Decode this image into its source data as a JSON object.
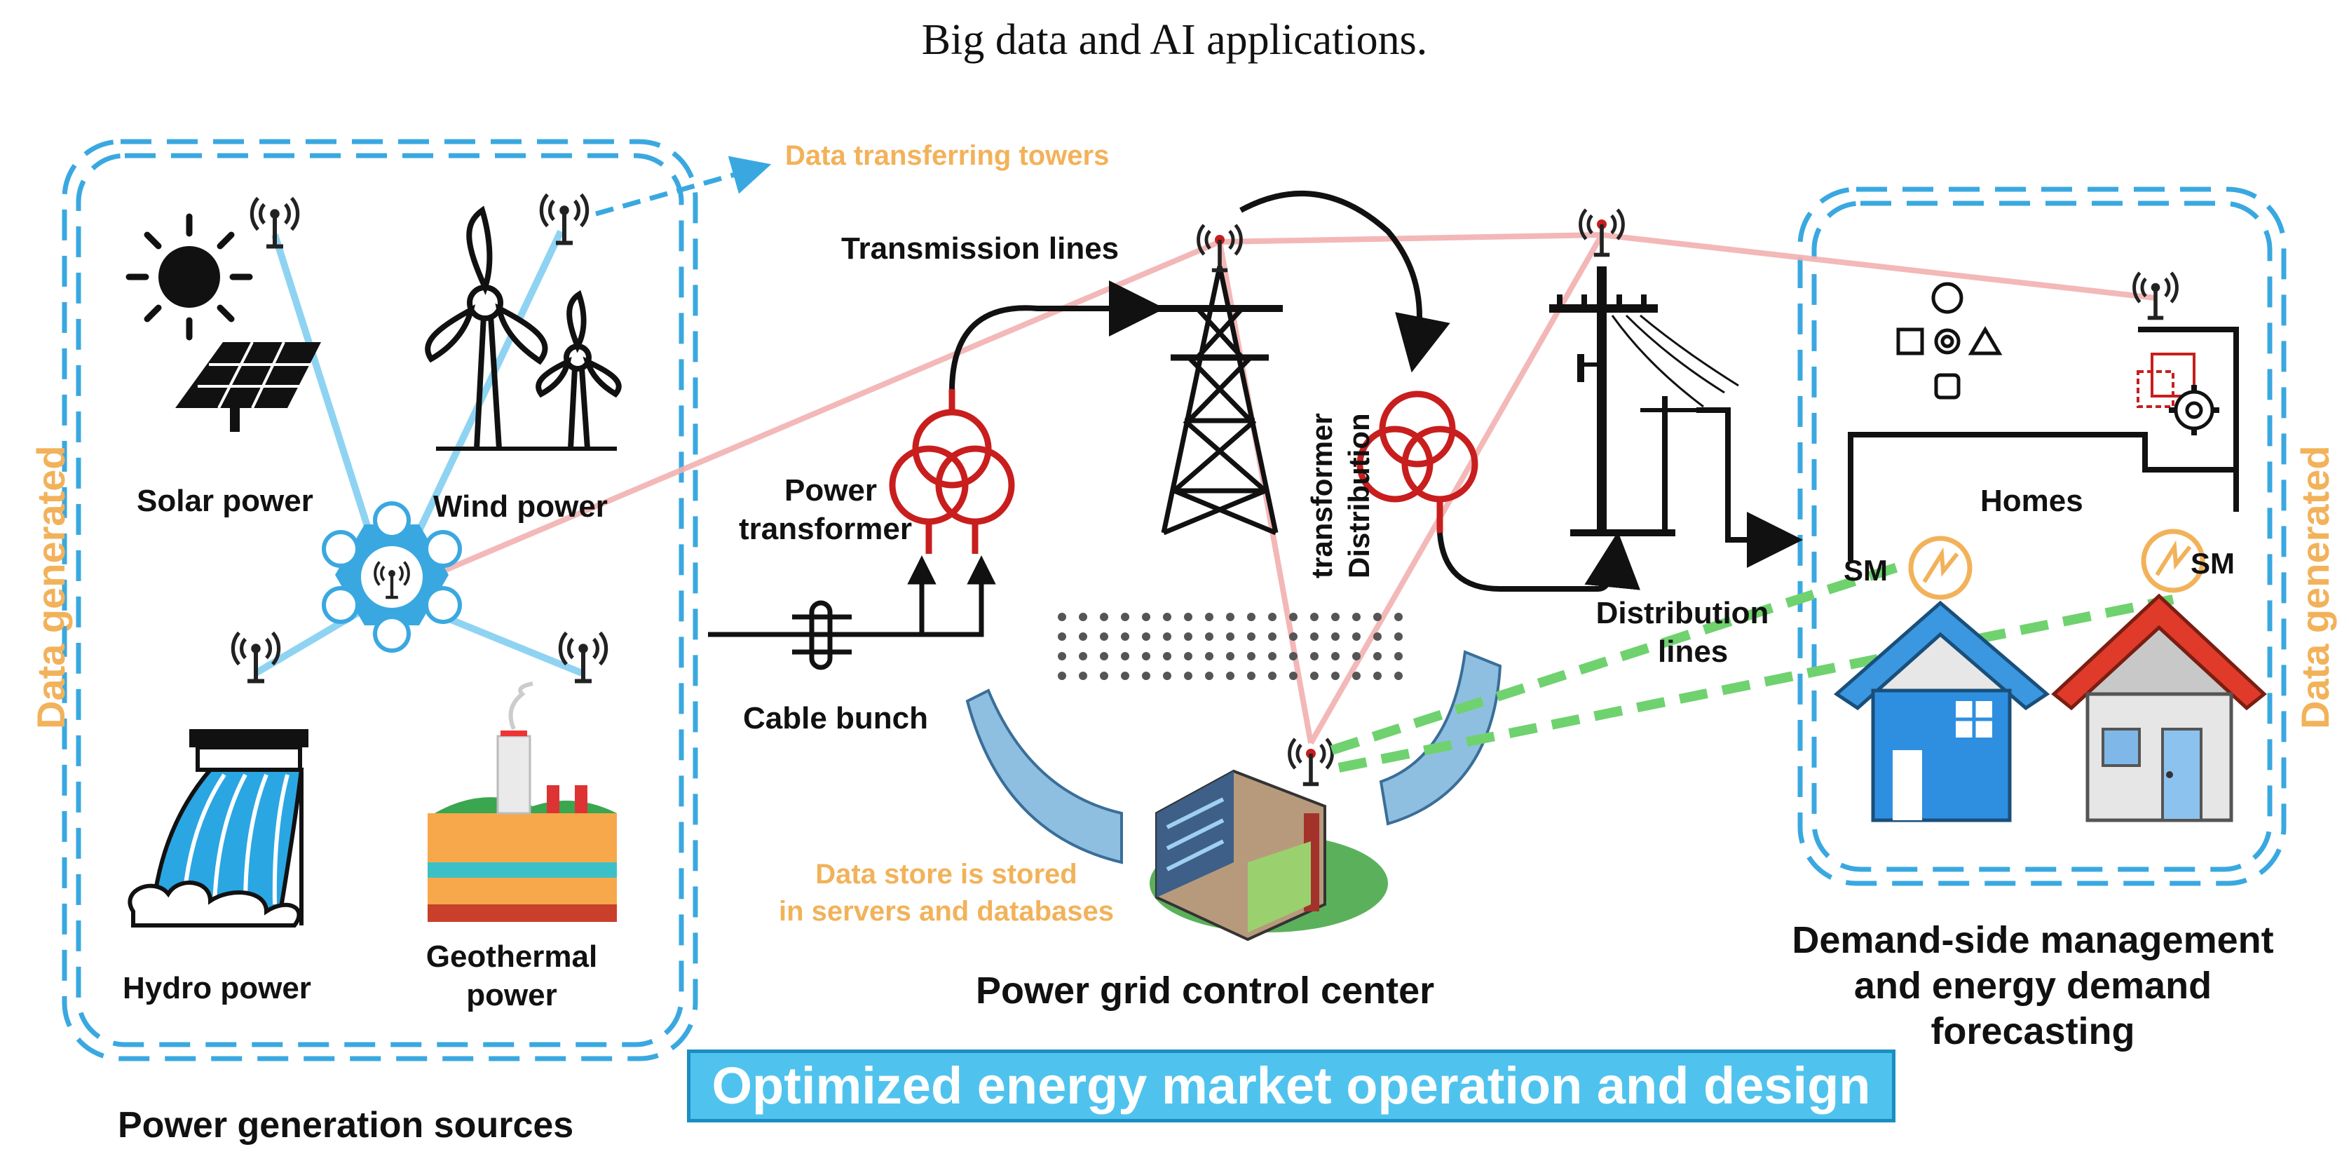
{
  "title": "Big data and AI applications.",
  "labels": {
    "data_towers": "Data transferring towers",
    "solar": "Solar power",
    "wind": "Wind power",
    "hydro": "Hydro power",
    "geothermal_1": "Geothermal",
    "geothermal_2": "power",
    "generation_sources": "Power generation sources",
    "transmission_lines": "Transmission lines",
    "power_transformer_1": "Power",
    "power_transformer_2": "transformer",
    "cable_bunch": "Cable bunch",
    "distribution_transformer_1": "Distribution",
    "distribution_transformer_2": "transformer",
    "distribution_lines_1": "Distribution",
    "distribution_lines_2": "lines",
    "data_store_1": "Data store is stored",
    "data_store_2": "in servers and databases",
    "control_center": "Power grid control center",
    "homes": "Homes",
    "sm_left": "SM",
    "sm_right": "SM",
    "dsm_1": "Demand-side management",
    "dsm_2": "and energy demand",
    "dsm_3": "forecasting",
    "data_generated_left": "Data generated",
    "data_generated_right": "Data generated",
    "market": "Optimized energy market operation and design"
  },
  "colors": {
    "box_border": "#3aa8e0",
    "link_blue": "#8fd3f2",
    "link_red": "#f2b0b0",
    "orange_text": "#f2b25a",
    "transformer_red": "#c81e1e",
    "green_dash": "#6fd26f",
    "market_fill": "#4fc3ee"
  }
}
